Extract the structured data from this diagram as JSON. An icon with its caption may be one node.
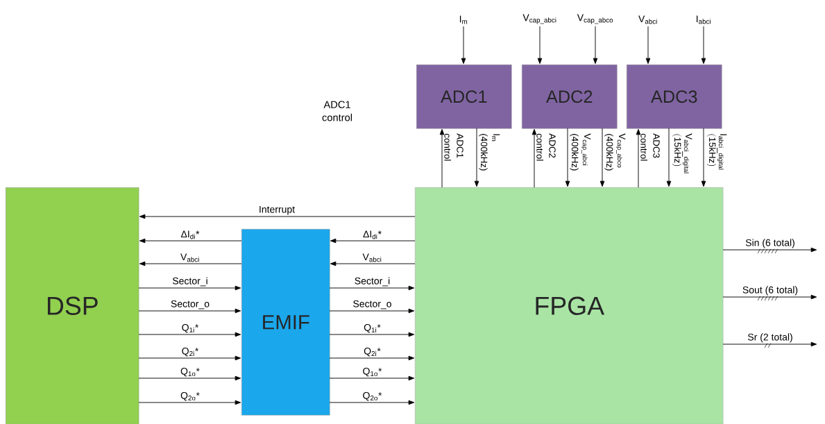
{
  "diagram": {
    "nodes": [
      {
        "text": [
          "DSP"
        ]
      },
      {
        "text": [
          "EMIF"
        ]
      },
      {
        "text": [
          "FPGA"
        ]
      },
      {
        "text": [
          "ADC1"
        ]
      },
      {
        "text": [
          "ADC2"
        ]
      },
      {
        "text": [
          "ADC3"
        ]
      }
    ],
    "edges": [
      {
        "from": null,
        "to": 3,
        "arrow": "to",
        "label": "I$_{m}$"
      },
      {
        "from": null,
        "to": 4,
        "arrow": "to",
        "label": "V$_{cap_abci}$"
      },
      {
        "from": null,
        "to": 4,
        "arrow": "to",
        "label": "V$_{cap_abco}$"
      },
      {
        "from": null,
        "to": 5,
        "arrow": "to",
        "label": "V$_{abci}$"
      },
      {
        "from": null,
        "to": 5,
        "arrow": "to",
        "label": "I$_{abci}$"
      },
      {
        "from": 2,
        "to": 3,
        "arrow": "to",
        "label": "ADC1 control"
      },
      {
        "from": 3,
        "to": 2,
        "arrow": "to",
        "label": "I$_{m}$ (400kHz)"
      },
      {
        "from": 2,
        "to": 4,
        "arrow": "to",
        "label": "ADC2 control"
      },
      {
        "from": 4,
        "to": 2,
        "arrow": "to",
        "label": "V$_{cap_abci}$ (400kHz)"
      },
      {
        "from": 4,
        "to": 2,
        "arrow": "to",
        "label": "V$_{cap_abco}$ (400kHz)"
      },
      {
        "from": 2,
        "to": 5,
        "arrow": "to",
        "label": "ADC3 control"
      },
      {
        "from": 5,
        "to": 2,
        "arrow": "to",
        "label": "\\begin{array}{@{}l@{}}\\mathrm{V}_{\\mathrm{abci\\_digital}}\\\\ \\mathrm{(15kHz)}\\end{array}"
      },
      {
        "from": 5,
        "to": 2,
        "arrow": "to",
        "label": "\\begin{array}{@{}l@{}}\\mathrm{I}_{\\mathrm{abci\\_digital}}\\\\ \\mathrm{(15kHz)}\\end{array}"
      },
      {
        "from": 2,
        "to": 0,
        "arrow": "to",
        "label": "Interrupt"
      },
      {
        "from": 1,
        "to": 0,
        "arrow": "to",
        "label": "ΔI$_{di}$*"
      },
      {
        "from": 1,
        "to": 0,
        "arrow": "to",
        "label": "V$_{abci}$"
      },
      {
        "from": 0,
        "to": 1,
        "arrow": "to",
        "label": "Sector_i"
      },
      {
        "from": 0,
        "to": 1,
        "arrow": "to",
        "label": "Sector_o"
      },
      {
        "from": 0,
        "to": 1,
        "arrow": "to",
        "label": "Q$_{1i}$*"
      },
      {
        "from": 0,
        "to": 1,
        "arrow": "to",
        "label": "Q$_{2i}$*"
      },
      {
        "from": 0,
        "to": 1,
        "arrow": "to",
        "label": "Q$_{1o}$*"
      },
      {
        "from": 0,
        "to": 1,
        "arrow": "to",
        "label": "Q$_{2o}$*"
      },
      {
        "from": 2,
        "to": 1,
        "arrow": "to",
        "label": "ΔI$_{di}$*"
      },
      {
        "from": 2,
        "to": 1,
        "arrow": "to",
        "label": "V$_{abci}$"
      },
      {
        "from": 1,
        "to": 2,
        "arrow": "to",
        "label": "Sector_i"
      },
      {
        "from": 1,
        "to": 2,
        "arrow": "to",
        "label": "Sector_o"
      },
      {
        "from": 1,
        "to": 2,
        "arrow": "to",
        "label": "Q$_{1i}$*"
      },
      {
        "from": 1,
        "to": 2,
        "arrow": "to",
        "label": "Q$_{2i}$*"
      },
      {
        "from": 1,
        "to": 2,
        "arrow": "to",
        "label": "Q$_{1o}$*"
      },
      {
        "from": 1,
        "to": 2,
        "arrow": "to",
        "label": "Q$_{2o}$*"
      },
      {
        "from": 2,
        "to": null,
        "arrow": "to",
        "label": "Sin (6 total)"
      },
      {
        "from": 2,
        "to": null,
        "arrow": "to",
        "label": "Sout (6 total)"
      },
      {
        "from": 2,
        "to": null,
        "arrow": "to",
        "label": "Sr (2 total)"
      }
    ],
    "labels": [
      "ADC1 control"
    ]
  }
}
